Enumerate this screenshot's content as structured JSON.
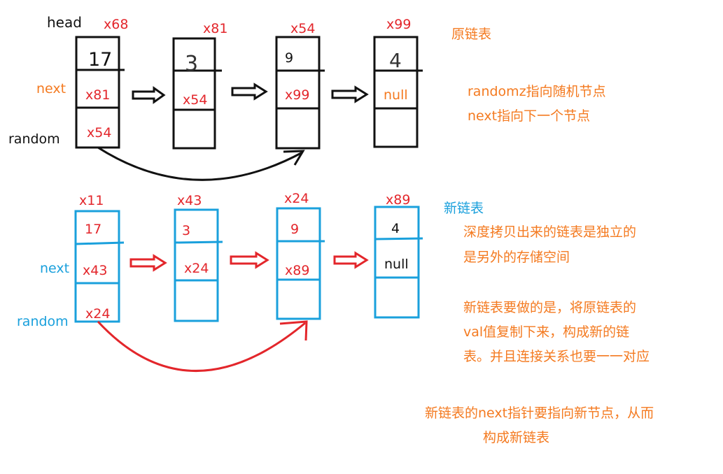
{
  "colors": {
    "black": "#111111",
    "red": "#e3262b",
    "orange": "#f47a20",
    "blue": "#1aa0dc"
  },
  "original": {
    "head_label": "head",
    "next_label": "next",
    "random_label": "random",
    "title": "原链表",
    "nodes": [
      {
        "addr": "x68",
        "val": "17",
        "next": "x81",
        "random": "x54"
      },
      {
        "addr": "x81",
        "val": "3",
        "next": "x54",
        "random": ""
      },
      {
        "addr": "x54",
        "val": "9",
        "next": "x99",
        "random": ""
      },
      {
        "addr": "x99",
        "val": "4",
        "next": "null",
        "random": ""
      }
    ],
    "notes": [
      "randomz指向随机节点",
      "next指向下一个节点"
    ]
  },
  "copy": {
    "next_label": "next",
    "random_label": "random",
    "title": "新链表",
    "nodes": [
      {
        "addr": "x11",
        "val": "17",
        "next": "x43",
        "random": "x24"
      },
      {
        "addr": "x43",
        "val": "3",
        "next": "x24",
        "random": ""
      },
      {
        "addr": "x24",
        "val": "9",
        "next": "x89",
        "random": ""
      },
      {
        "addr": "x89",
        "val": "4",
        "next": "null",
        "random": ""
      }
    ],
    "notes": [
      "深度拷贝出来的链表是独立的",
      "是另外的存储空间",
      "新链表要做的是，将原链表的",
      "val值复制下来，构成新的链",
      "表。并且连接关系也要一一对应",
      "新链表的next指针要指向新节点，从而",
      "构成新链表"
    ]
  }
}
